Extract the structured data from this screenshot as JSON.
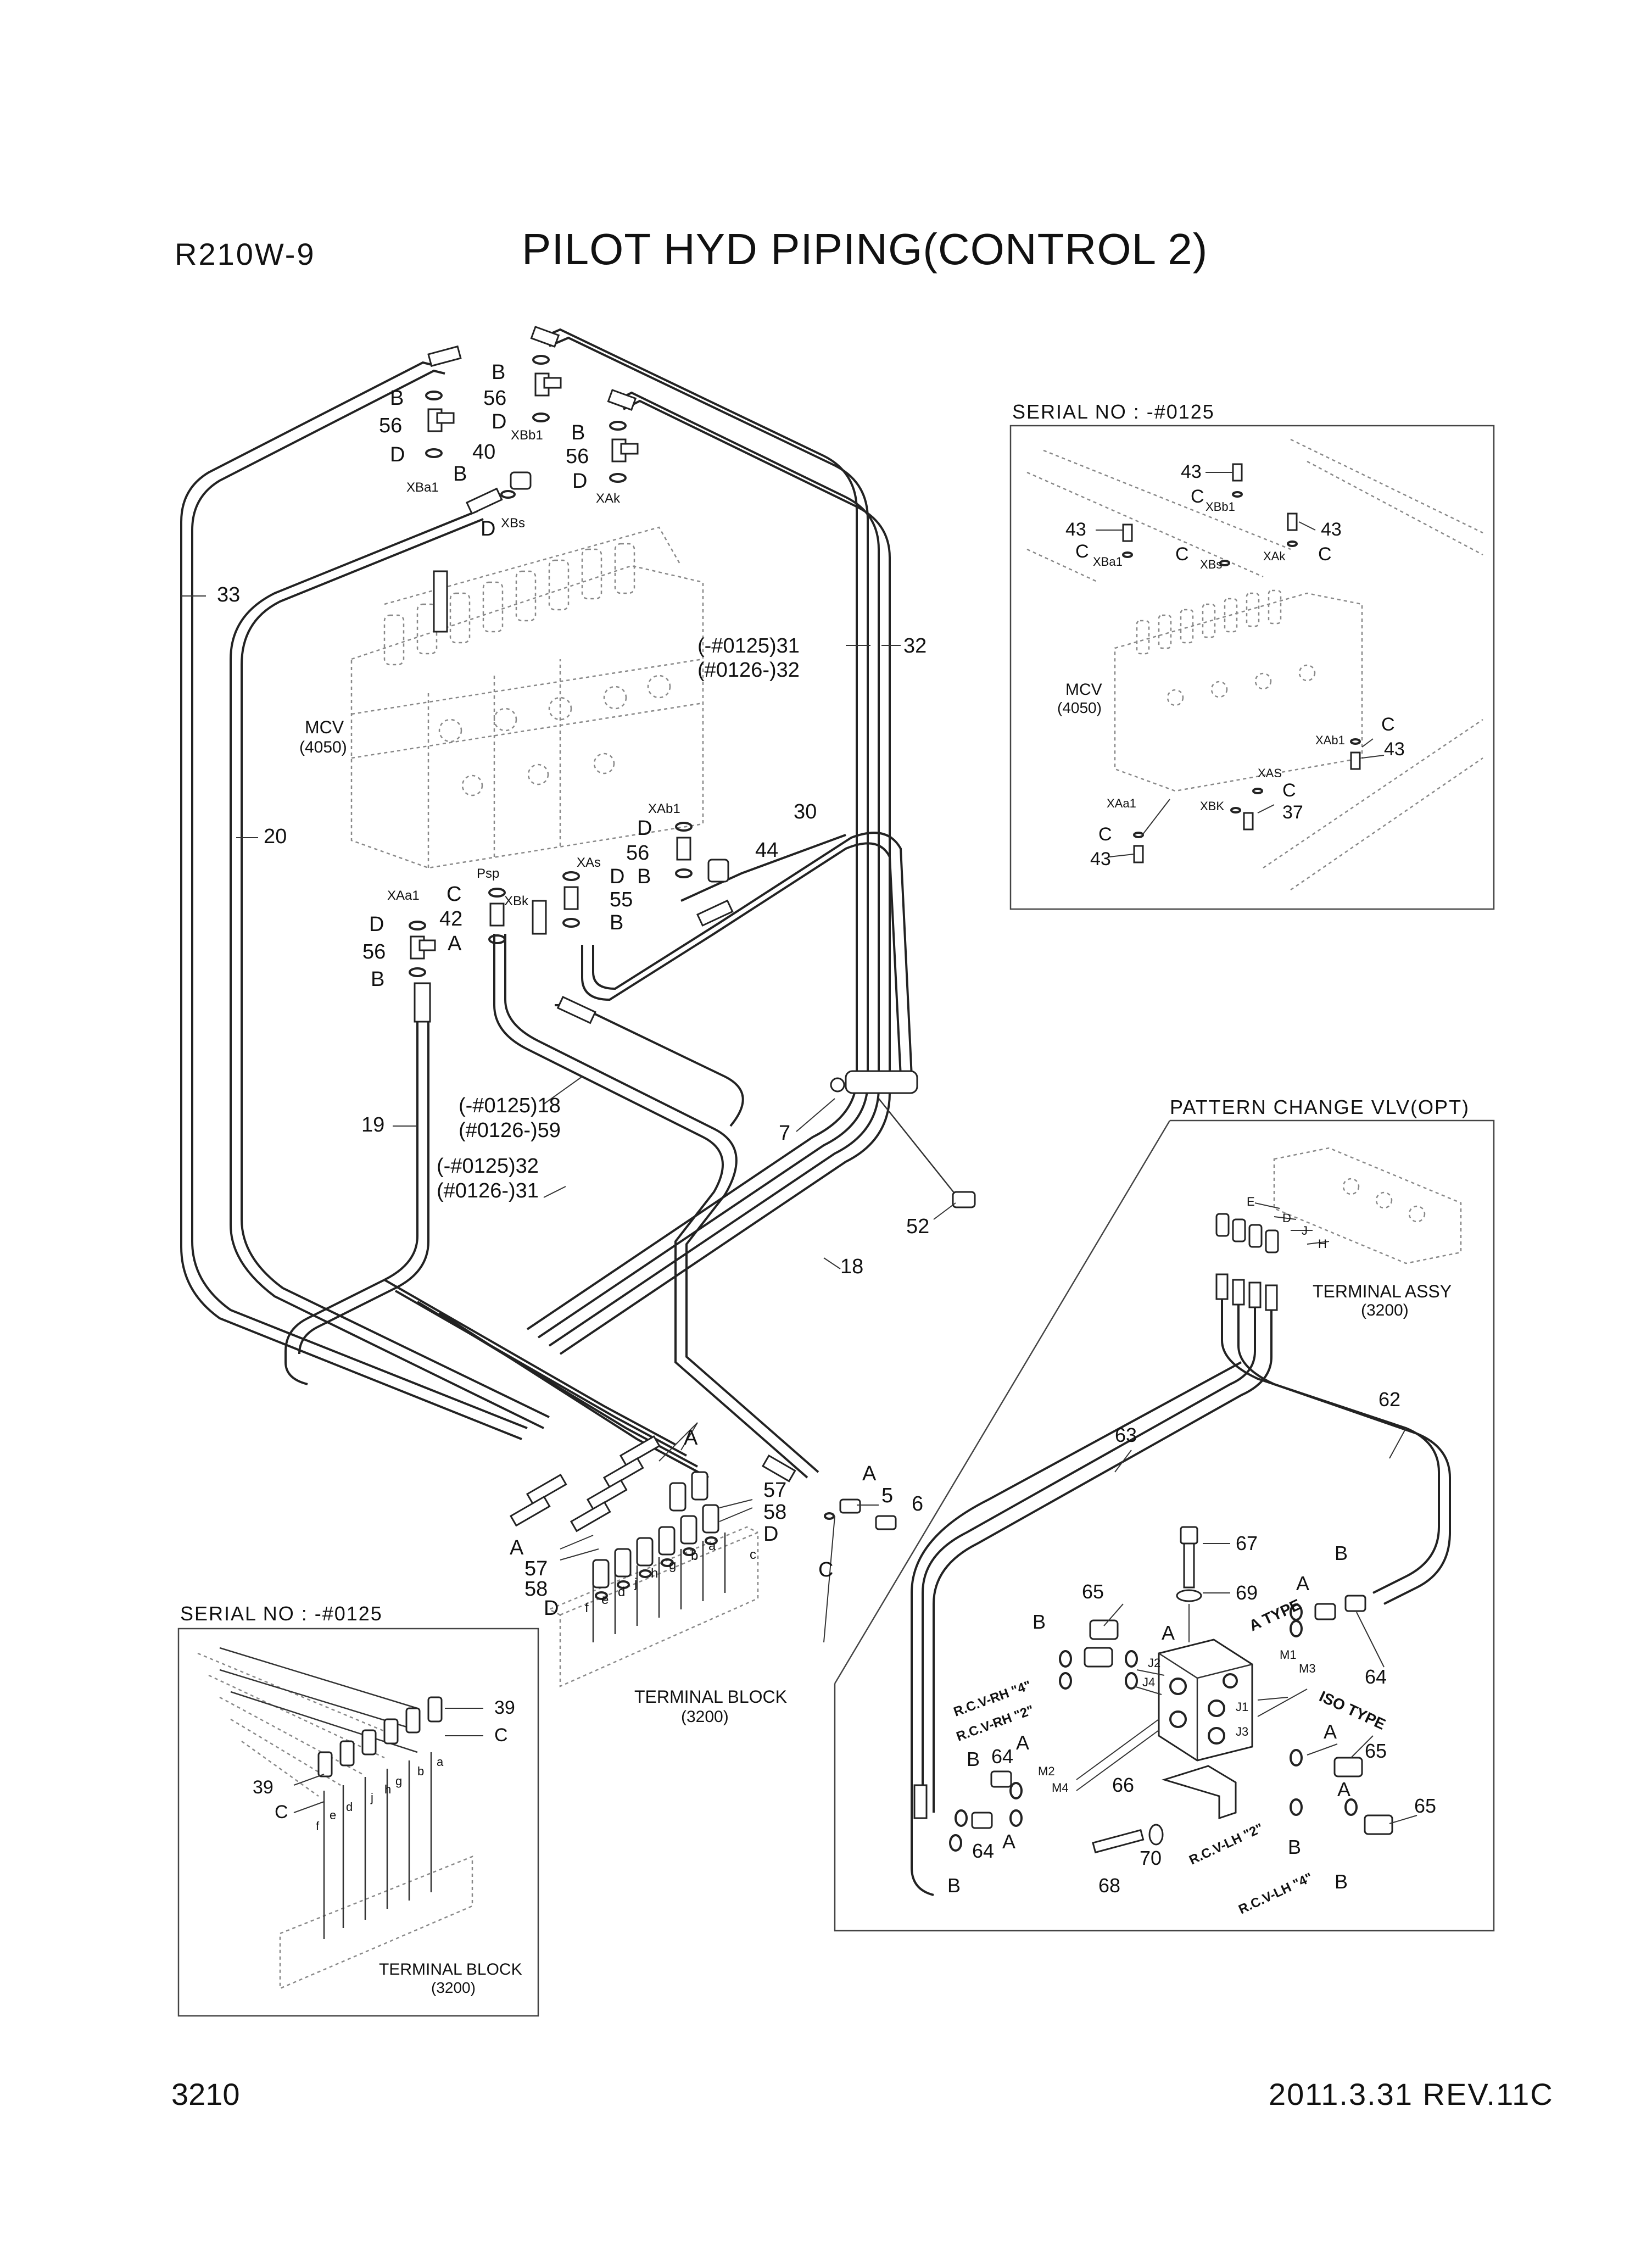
{
  "header": {
    "model": "R210W-9",
    "title": "PILOT HYD PIPING(CONTROL 2)"
  },
  "footer": {
    "page_number": "3210",
    "revision": "2011.3.31 REV.11C"
  },
  "inset_top": {
    "heading": "SERIAL NO : -#0125",
    "component": "MCV",
    "component_code": "(4050)",
    "callouts": [
      "43",
      "C",
      "XBb1",
      "43",
      "C",
      "XBa1",
      "C",
      "XBs",
      "43",
      "C",
      "XAk",
      "XAb1",
      "C",
      "43",
      "XAS",
      "C",
      "XBK",
      "37",
      "XAa1",
      "C",
      "43"
    ]
  },
  "inset_bottom_left": {
    "heading": "SERIAL NO : -#0125",
    "block_label": "TERMINAL BLOCK",
    "block_code": "(3200)",
    "callouts": [
      "39",
      "C",
      "39",
      "C",
      "a",
      "b",
      "g",
      "h",
      "j",
      "d",
      "e",
      "f"
    ]
  },
  "inset_pattern": {
    "heading": "PATTERN CHANGE VLV(OPT)",
    "terminal_label": "TERMINAL ASSY",
    "terminal_code": "(3200)",
    "port_letters": [
      "E",
      "D",
      "J",
      "H"
    ],
    "callouts": [
      "62",
      "63",
      "67",
      "69",
      "65",
      "B",
      "A",
      "A",
      "B",
      "64",
      "J2",
      "J4",
      "A TYPE",
      "M1",
      "M3",
      "J1",
      "ISO TYPE",
      "J3",
      "M2",
      "M4",
      "A",
      "65",
      "B",
      "64",
      "A",
      "66",
      "A",
      "65",
      "B",
      "A",
      "64",
      "B",
      "68",
      "70",
      "B"
    ],
    "rcv_labels": [
      "R.C.V-RH \"4\"",
      "R.C.V-RH \"2\"",
      "R.C.V-LH \"2\"",
      "R.C.V-LH \"4\""
    ]
  },
  "main": {
    "mcv_label": "MCV",
    "mcv_code": "(4050)",
    "terminal_block_label": "TERMINAL BLOCK",
    "terminal_block_code": "(3200)",
    "hose_labels": [
      "33",
      "20",
      "19",
      "(-#0125)31",
      "(#0126-)32",
      "32",
      "30",
      "44",
      "(-#0125)18",
      "(#0126-)59",
      "(-#0125)32",
      "(#0126-)31",
      "18",
      "7",
      "52"
    ],
    "callouts_top": [
      "B",
      "56",
      "D",
      "XBa1",
      "B",
      "56",
      "D",
      "XBb1",
      "40",
      "B",
      "D",
      "XBs",
      "B",
      "56",
      "D",
      "XAk"
    ],
    "callouts_mid": [
      "XAb1",
      "D",
      "56",
      "B",
      "Psp",
      "XAs",
      "D",
      "55",
      "B",
      "XAa1",
      "C",
      "42",
      "A",
      "XBk",
      "D",
      "56",
      "B"
    ],
    "callouts_low": [
      "A",
      "57",
      "58",
      "D",
      "A",
      "57",
      "58",
      "D",
      "c",
      "a",
      "b",
      "g",
      "h",
      "j",
      "d",
      "e",
      "f",
      "A",
      "5",
      "6",
      "C"
    ]
  }
}
